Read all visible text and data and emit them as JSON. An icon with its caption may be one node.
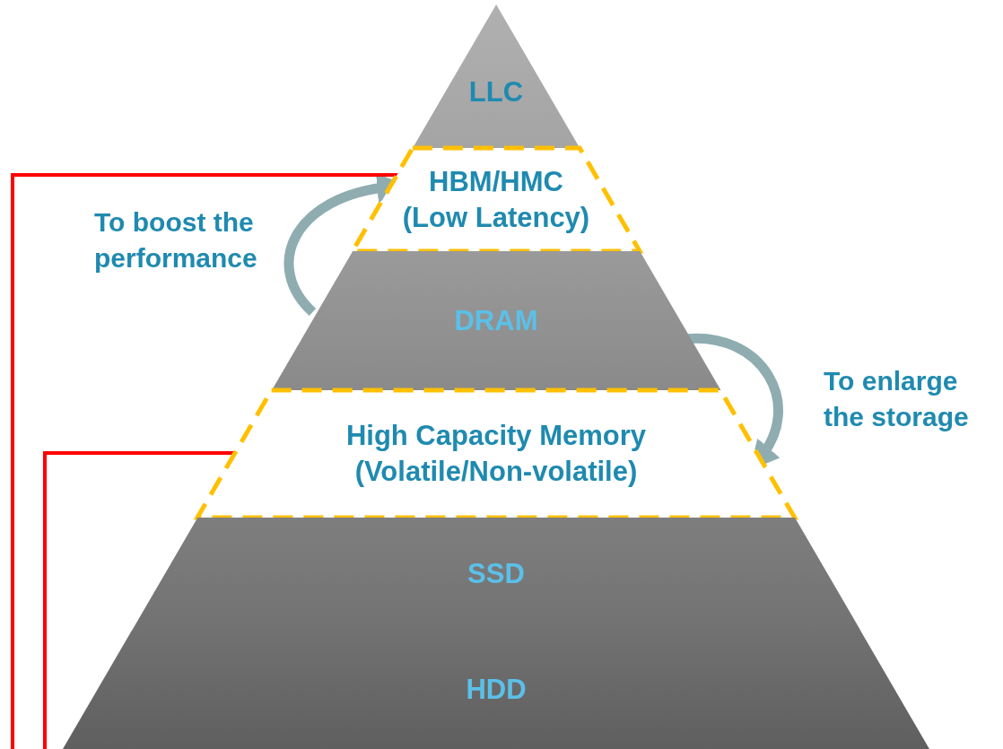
{
  "diagram": {
    "nodes": [
      {
        "text": [
          "LLC"
        ]
      },
      {
        "text": [
          "HBM/HMC",
          "(Low Latency)"
        ]
      },
      {
        "text": [
          "DRAM"
        ]
      },
      {
        "text": [
          "High Capacity Memory",
          "(Volatile/Non-volatile)"
        ]
      },
      {
        "text": [
          "SSD"
        ]
      },
      {
        "text": [
          "HDD"
        ]
      }
    ],
    "edges": [
      {
        "from": 2,
        "to": 1,
        "arrow": "to",
        "label": "To boost the performance",
        "style": "thick",
        "color": "#8fadb0"
      },
      {
        "from": 2,
        "to": 3,
        "arrow": "to",
        "label": "To enlarge the storage",
        "style": "thick",
        "color": "#8fadb0"
      },
      {
        "from": 1,
        "to": null,
        "arrow": "none",
        "color": "#ff0000"
      },
      {
        "from": 3,
        "to": null,
        "arrow": "none",
        "color": "#ff0000"
      }
    ]
  }
}
